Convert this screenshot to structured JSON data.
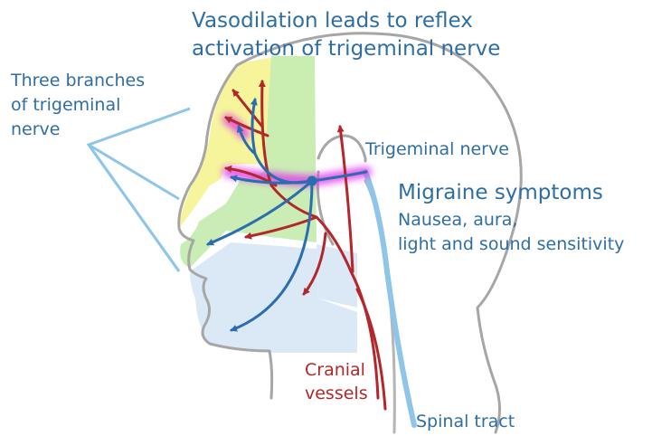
{
  "title": {
    "line1": "Vasodilation leads to reflex",
    "line2": "activation of trigeminal nerve"
  },
  "branches_label": {
    "line1": "Three branches",
    "line2": "of trigeminal",
    "line3": "nerve"
  },
  "trigeminal_label": "Trigeminal nerve",
  "migraine": {
    "title": "Migraine symptoms",
    "line1": "Nausea, aura,",
    "line2": "light and sound sensitivity"
  },
  "cranial_label": {
    "line1": "Cranial",
    "line2": "vessels"
  },
  "spinal_label": "Spinal tract",
  "colors": {
    "nerve_blue": "#2a6db0",
    "vessel_red": "#b3262a",
    "label_blue": "#2f6ea3",
    "zone_yellow": "#f6f59c",
    "zone_green": "#c7ecb2",
    "zone_lightblue": "#dbe9f7",
    "highlight_magenta": "#e040e8"
  }
}
